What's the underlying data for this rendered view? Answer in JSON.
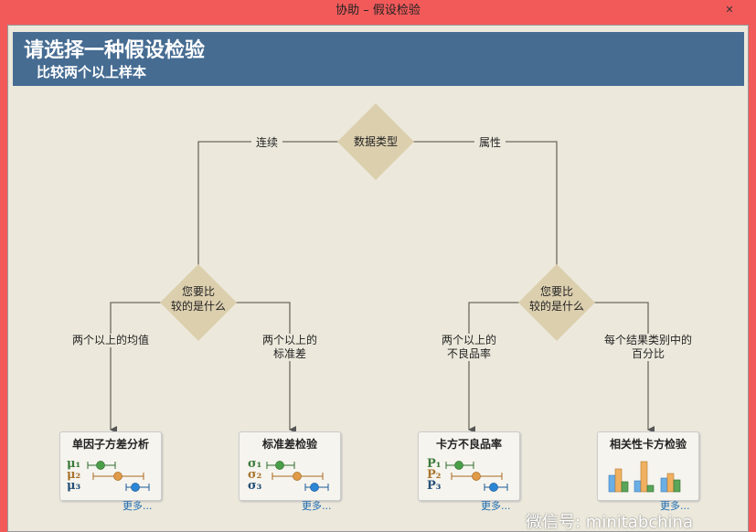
{
  "window": {
    "title": "协助 – 假设检验",
    "close": "✕"
  },
  "header": {
    "title": "请选择一种假设检验",
    "subtitle": "比较两个以上样本"
  },
  "flow": {
    "root": "数据类型",
    "left_branch": "连续",
    "right_branch": "属性",
    "left_q": "您要比\n较的是什么",
    "right_q": "您要比\n较的是什么",
    "opt1": "两个以上的均值",
    "opt2": "两个以上的\n标准差",
    "opt3": "两个以上的\n不良品率",
    "opt4": "每个结果类别中的\n百分比"
  },
  "cards": [
    {
      "title": "单因子方差分析",
      "syms": [
        "μ₁",
        "μ₂",
        "μ₃"
      ],
      "more": "更多..."
    },
    {
      "title": "标准差检验",
      "syms": [
        "σ₁",
        "σ₂",
        "σ₃"
      ],
      "more": "更多..."
    },
    {
      "title": "卡方不良品率",
      "syms": [
        "P₁",
        "P₂",
        "P₃"
      ],
      "more": "更多..."
    },
    {
      "title": "相关性卡方检验",
      "more": "更多..."
    }
  ],
  "watermark": "微信号: minitabchina",
  "colors": {
    "header": "#466c92",
    "diamond": "#dccfae",
    "green": "#4a9e48",
    "orange": "#e09a48",
    "blue": "#2c86d6"
  }
}
